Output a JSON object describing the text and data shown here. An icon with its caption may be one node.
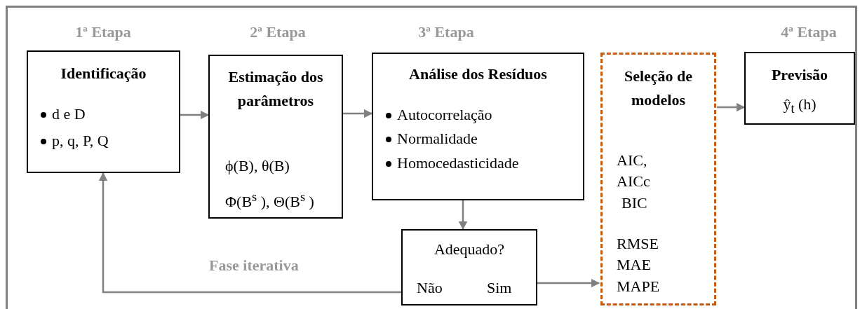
{
  "diagram": {
    "nodes": [
      {
        "text": [
          "Identificação",
          "d e D",
          "p, q, P, Q"
        ]
      },
      {
        "text": [
          "Estimação dos parâmetros",
          "ϕ(B), θ(B)",
          "Φ(B$^{s}$ ), Θ(B$^{s}$ )"
        ]
      },
      {
        "text": [
          "Análise dos Resíduos",
          "Autocorrelação",
          "Normalidade",
          "Homocedasticidade"
        ]
      },
      {
        "text": [
          "Adequado?",
          "Não",
          "Sim"
        ]
      },
      {
        "text": [
          "Seleção de modelos",
          "AIC,",
          "AICc",
          "BIC",
          "RMSE",
          "MAE",
          "MAPE"
        ]
      },
      {
        "text": [
          "Previsão",
          "ŷ$_{t}$ (h)"
        ]
      }
    ],
    "edges": [
      {
        "from": 0,
        "to": 1,
        "arrow": "to"
      },
      {
        "from": 1,
        "to": 2,
        "arrow": "to"
      },
      {
        "from": 2,
        "to": 3,
        "arrow": "to"
      },
      {
        "from": 3,
        "to": 4,
        "arrow": "to"
      },
      {
        "from": 4,
        "to": 5,
        "arrow": "to"
      },
      {
        "from": 3,
        "to": 0,
        "arrow": "to",
        "label": "Fase iterativa"
      }
    ],
    "labels": [
      "1ª Etapa",
      "2ª Etapa",
      "3ª Etapa",
      "4ª Etapa"
    ]
  }
}
